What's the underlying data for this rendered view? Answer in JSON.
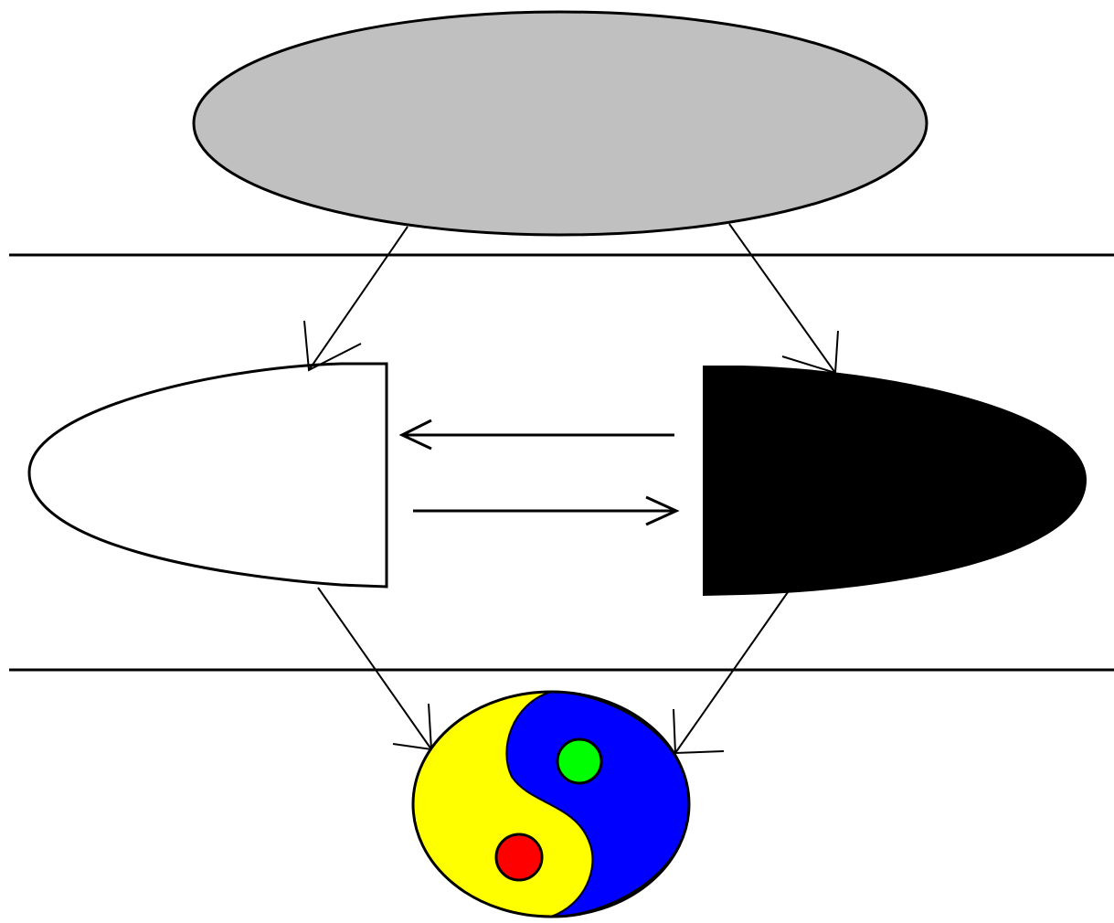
{
  "colors": {
    "background": "#ffffff",
    "stroke": "#000000",
    "top_ellipse_fill": "#c0c0c0",
    "left_shape_fill": "#ffffff",
    "right_shape_fill": "#000000",
    "yin_yang_yellow": "#ffff00",
    "yin_yang_blue": "#0000ff",
    "dot_green": "#00ff00",
    "dot_red": "#ff0000"
  },
  "nodes": [
    {
      "name": "top-gray-ellipse",
      "shape": "ellipse"
    },
    {
      "name": "left-white-half-ellipse",
      "shape": "half-ellipse"
    },
    {
      "name": "right-black-half-ellipse",
      "shape": "half-ellipse"
    },
    {
      "name": "yin-yang-symbol",
      "shape": "yin-yang"
    }
  ],
  "edges": [
    {
      "from": "top-gray-ellipse",
      "to": "left-white-half-ellipse"
    },
    {
      "from": "top-gray-ellipse",
      "to": "right-black-half-ellipse"
    },
    {
      "from": "right-black-half-ellipse",
      "to": "left-white-half-ellipse"
    },
    {
      "from": "left-white-half-ellipse",
      "to": "right-black-half-ellipse"
    },
    {
      "from": "left-white-half-ellipse",
      "to": "yin-yang-symbol"
    },
    {
      "from": "right-black-half-ellipse",
      "to": "yin-yang-symbol"
    }
  ]
}
